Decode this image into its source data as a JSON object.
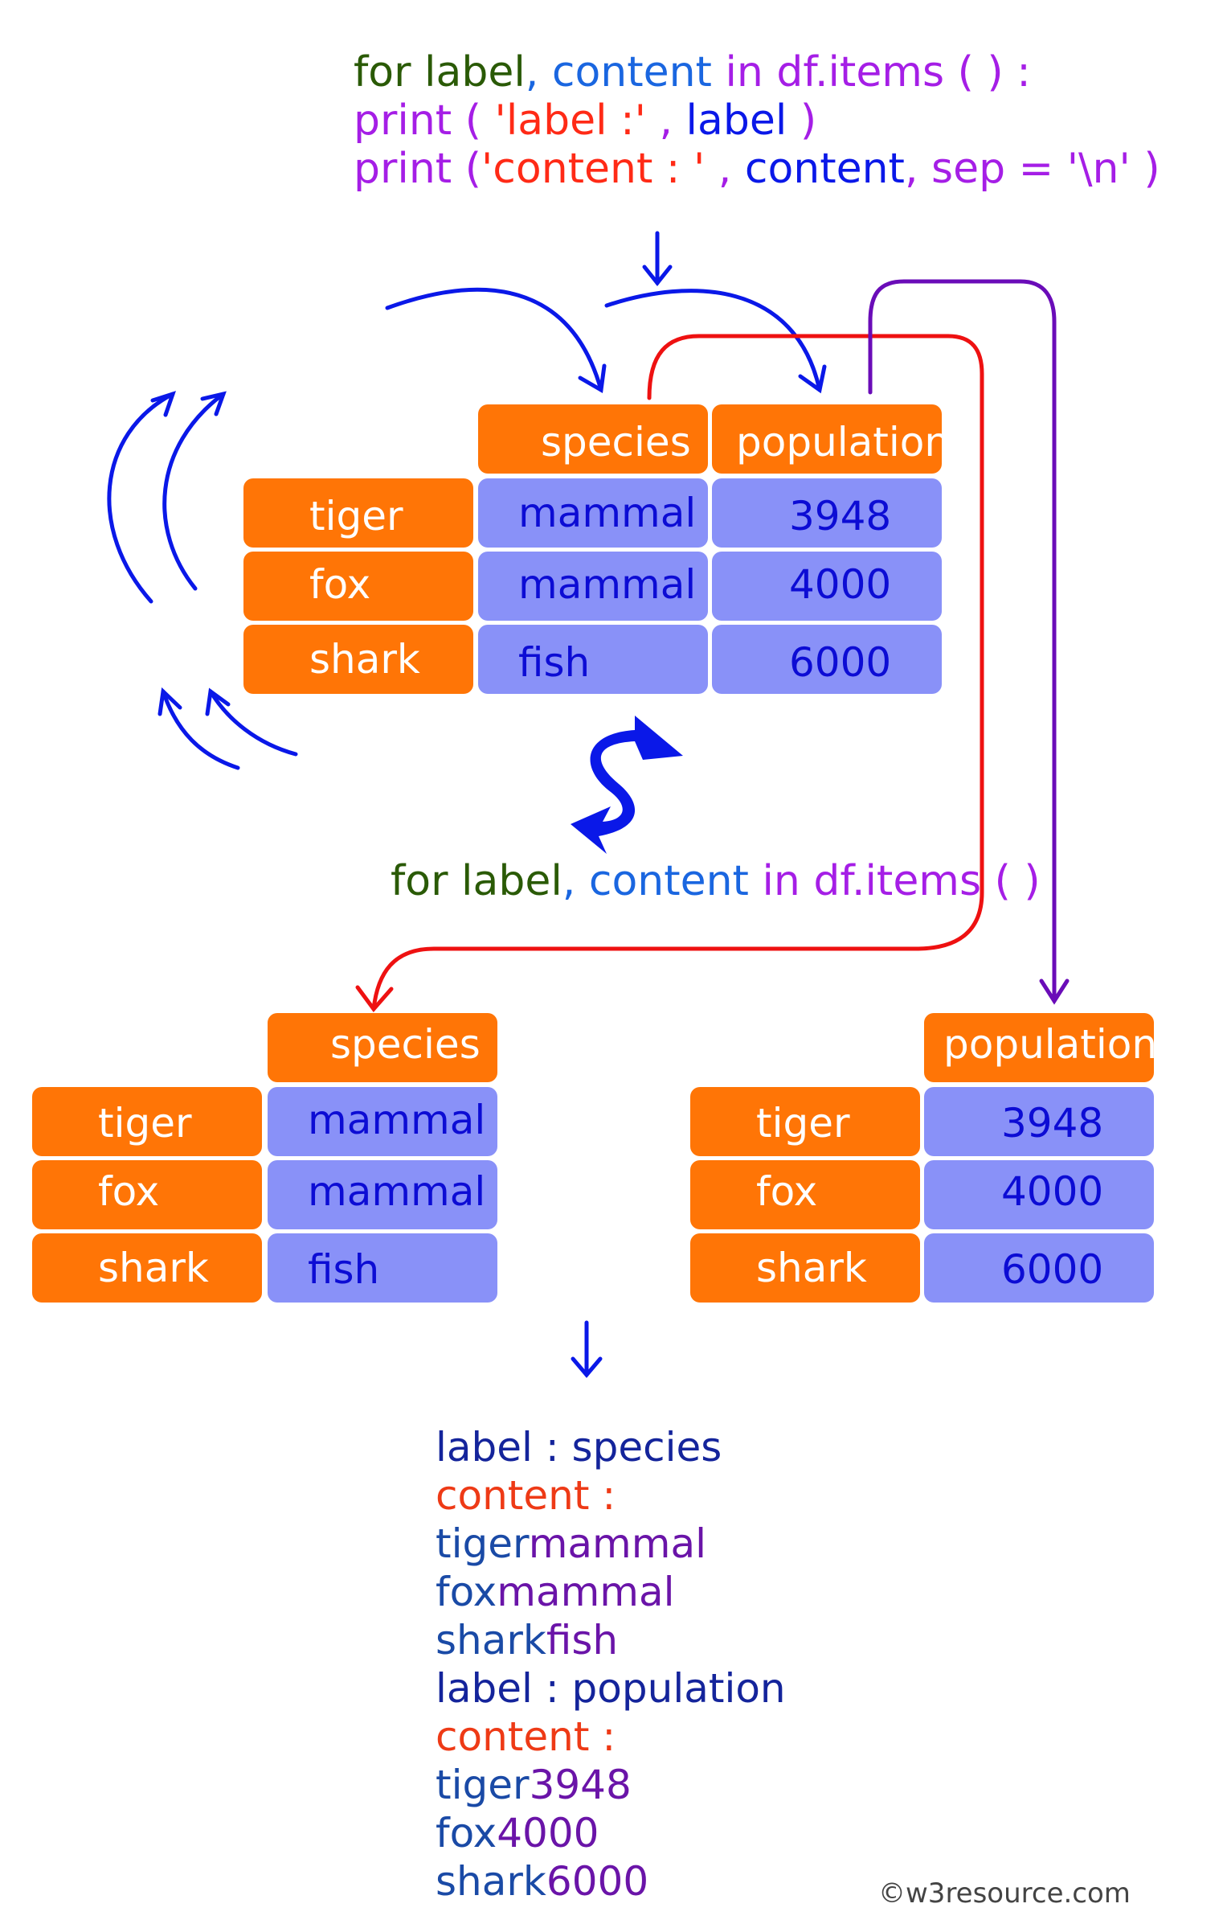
{
  "code_top": {
    "line1": {
      "kw_for": "for",
      "var_label": " label",
      "comma": ",",
      "var_content": " content",
      "rest": " in df.items ( ) :"
    },
    "line2": {
      "head": "print ( ",
      "str": "'label :'",
      "sep": " , ",
      "var": "label",
      "tail": " )"
    },
    "line3": {
      "head": "print (",
      "str": "'content : '",
      "sep": " , ",
      "var": "content",
      "tail": ", sep = '\\n' )"
    }
  },
  "code_mid": {
    "kw_for": "for",
    "var_label": " label",
    "comma": ",",
    "var_content": " content",
    "rest": " in df.items ( )"
  },
  "dataframe": {
    "columns": [
      "species",
      "population"
    ],
    "index": [
      "tiger",
      "fox",
      "shark"
    ],
    "species": [
      "mammal",
      "mammal",
      "fish"
    ],
    "population": [
      "3948",
      "4000",
      "6000"
    ]
  },
  "output": {
    "label1": "label : species",
    "content1": "content :",
    "rows1": [
      {
        "idx": "tiger",
        "val": "mammal"
      },
      {
        "idx": "fox",
        "val": "mammal"
      },
      {
        "idx": "shark",
        "val": "fish"
      }
    ],
    "label2": "label : population",
    "content2": "content :",
    "rows2": [
      {
        "idx": "tiger",
        "val": "3948"
      },
      {
        "idx": "fox",
        "val": "4000"
      },
      {
        "idx": "shark",
        "val": "6000"
      }
    ]
  },
  "copyright": "w3resource.com",
  "colors": {
    "index_cell": "#ff7506",
    "value_cell": "#8991f8",
    "arrow_blue": "#0a18e8",
    "arrow_red": "#ee1111",
    "arrow_purple": "#6a0cb8"
  }
}
